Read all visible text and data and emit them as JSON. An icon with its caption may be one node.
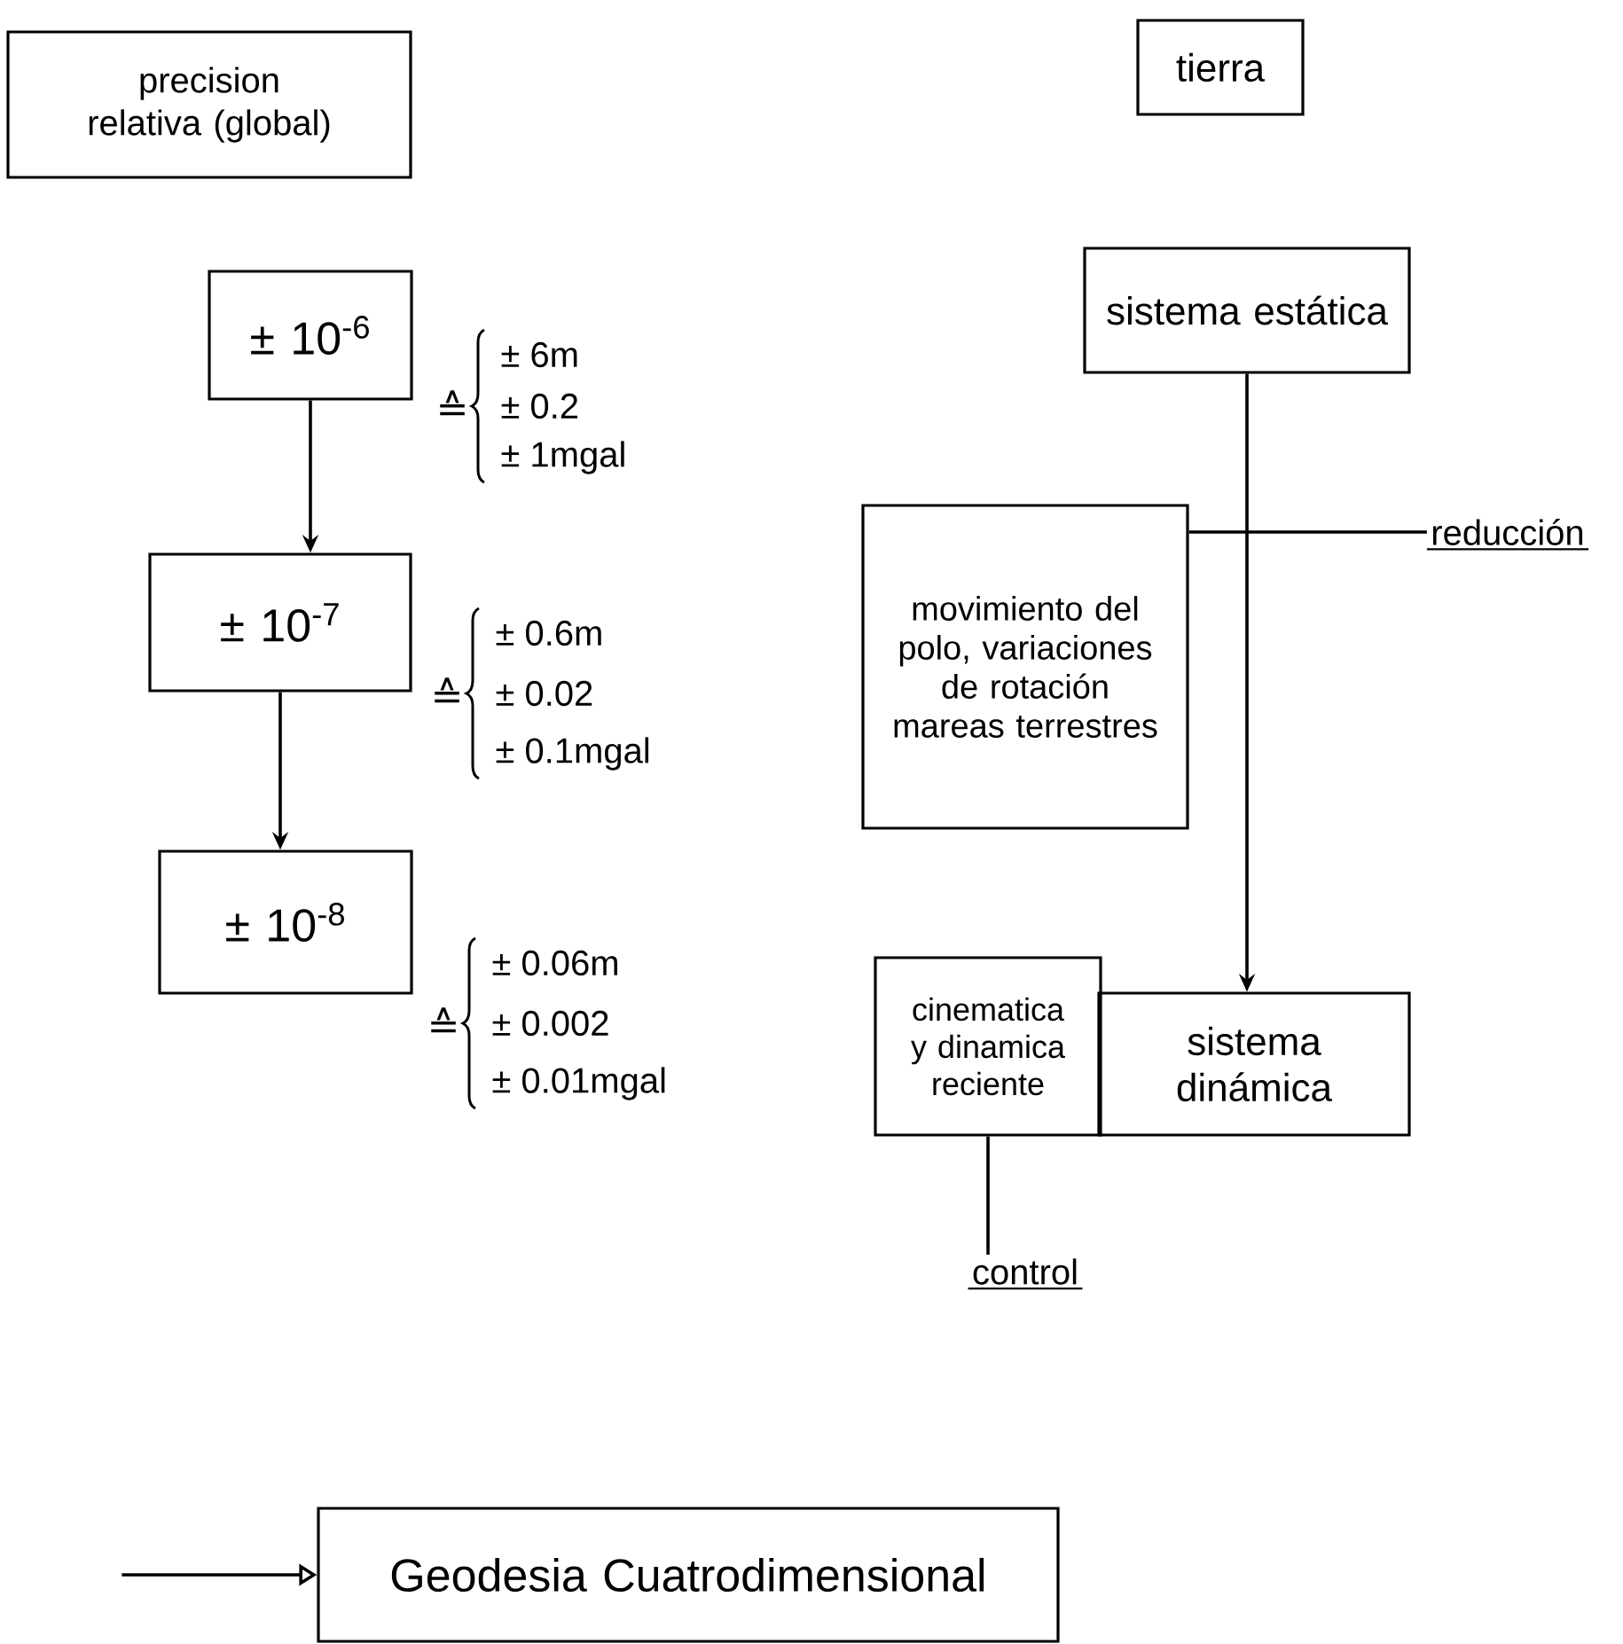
{
  "diagram": {
    "nodes": [
      {
        "text": [
          "precision relativa (global)"
        ]
      },
      {
        "text": [
          "tierra"
        ]
      },
      {
        "text": [
          "± 10$^{-6}$"
        ]
      },
      {
        "text": [
          "sistema estática"
        ]
      },
      {
        "text": [
          "± 10$^{-7}$"
        ]
      },
      {
        "text": [
          "movimiento del polo, variaciones de rotación mareas terrestres"
        ]
      },
      {
        "text": [
          "reducción"
        ]
      },
      {
        "text": [
          "± 10$^{-8}$"
        ]
      },
      {
        "text": [
          "cinematica y dinamica reciente"
        ]
      },
      {
        "text": [
          "sistema dinámica"
        ]
      },
      {
        "text": [
          "control"
        ]
      },
      {
        "text": [
          "Geodesia Cuatrodimensional"
        ]
      }
    ],
    "edges": [
      {
        "from": 2,
        "to": 4,
        "arrow": "to"
      },
      {
        "from": 4,
        "to": 7,
        "arrow": "to"
      },
      {
        "from": 3,
        "to": 9,
        "arrow": "to"
      },
      {
        "from": 5,
        "to": 6,
        "arrow": "none"
      },
      {
        "from": 8,
        "to": 10,
        "arrow": "none"
      },
      {
        "from": null,
        "to": 11,
        "arrow": "to"
      }
    ],
    "labels": [
      "≙",
      "± 6m",
      "± 0.2",
      "± 1mgal",
      "≙",
      "± 0.6m",
      "± 0.02",
      "± 0.1mgal",
      "≙",
      "± 0.06m",
      "± 0.002",
      "± 0.01mgal"
    ]
  }
}
